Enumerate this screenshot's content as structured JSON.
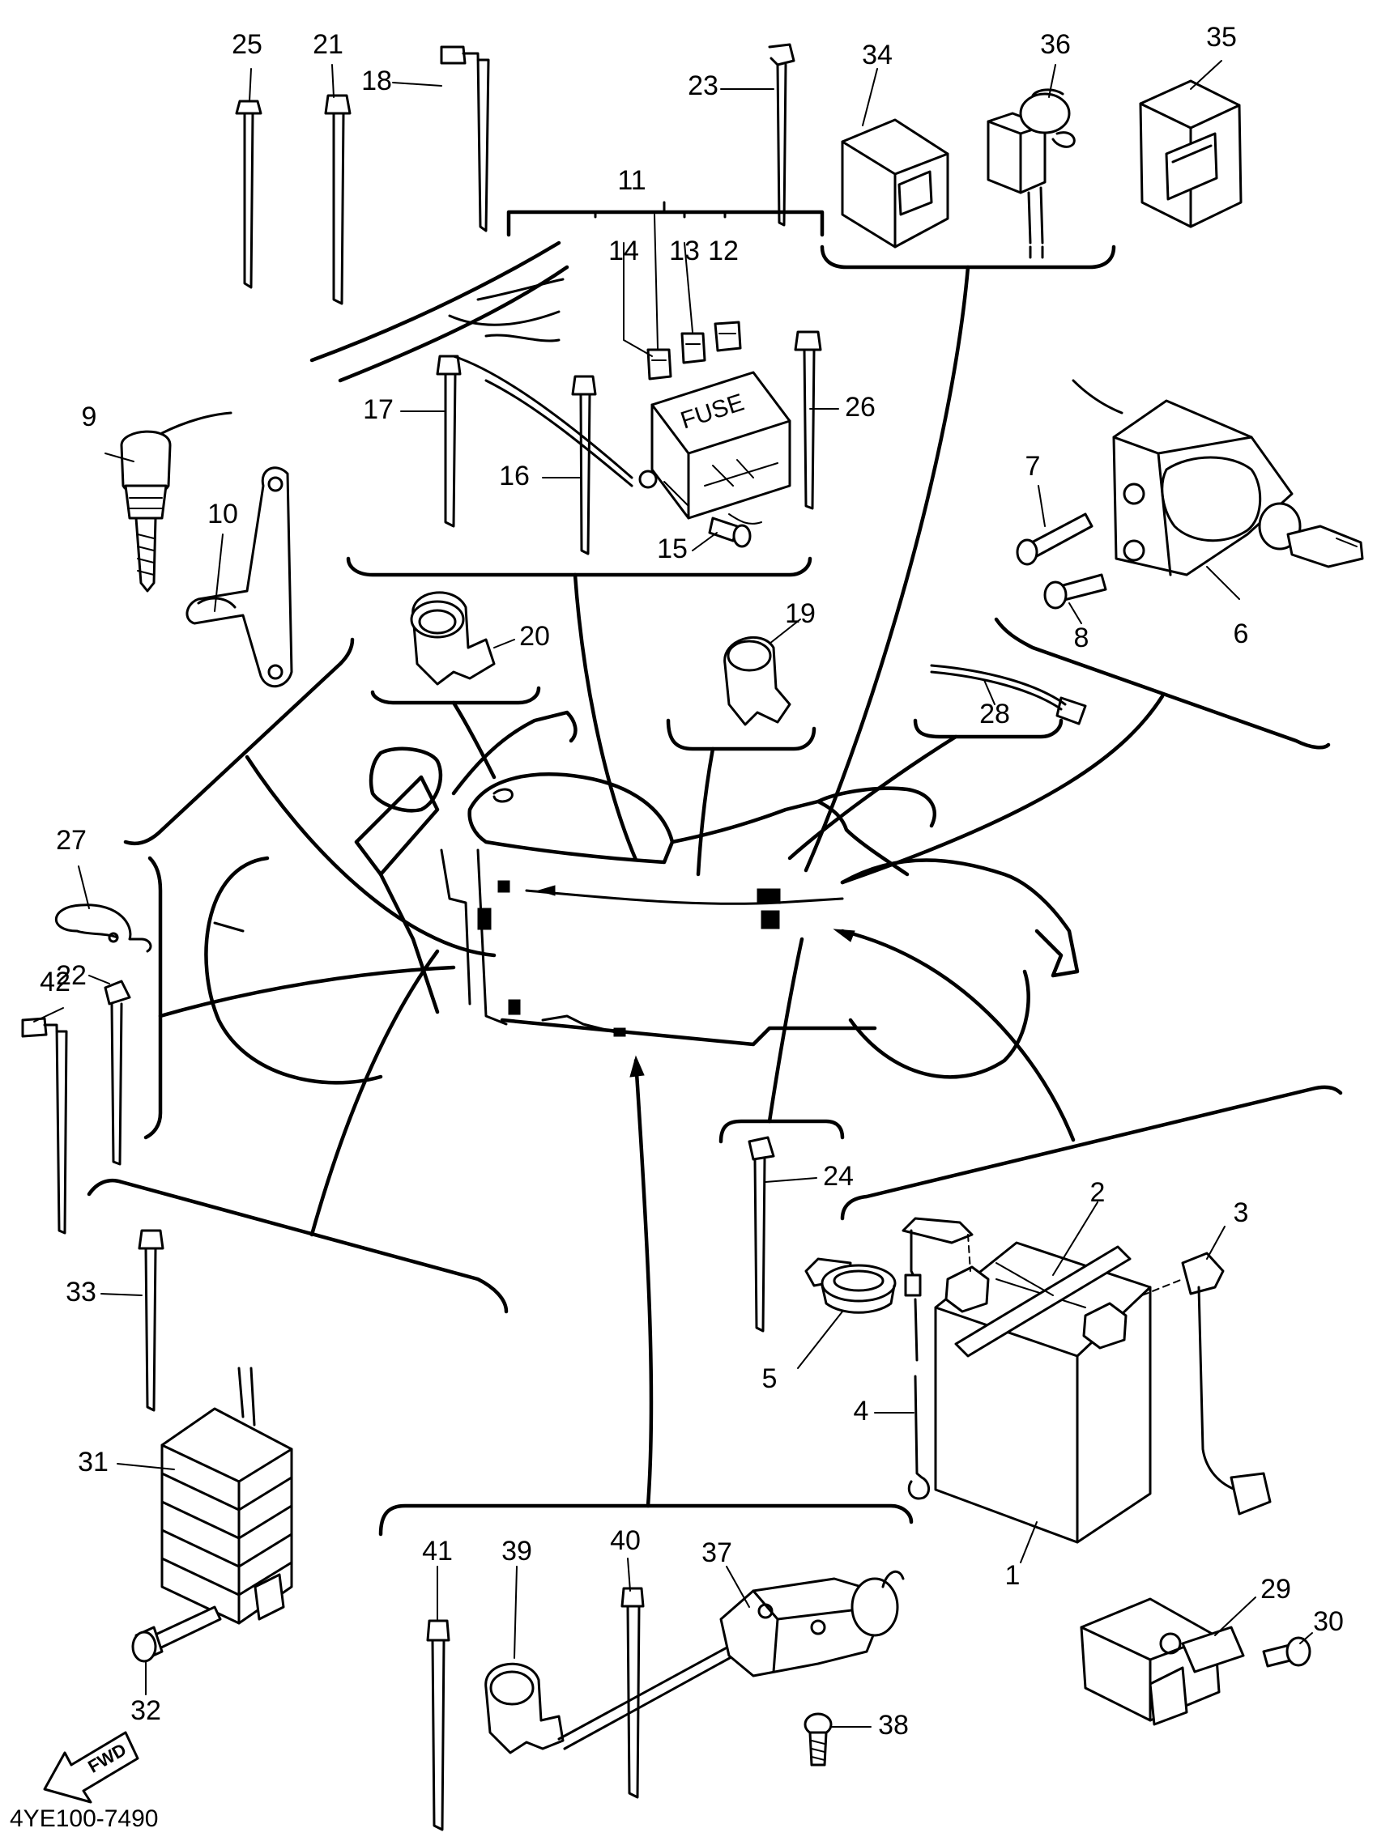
{
  "diagram": {
    "drawing_code": "4YE100-7490",
    "fwd_arrow_text": "FWD",
    "fuse_box_text": "FUSE",
    "part_callouts": [
      "1",
      "2",
      "3",
      "4",
      "5",
      "6",
      "7",
      "8",
      "9",
      "10",
      "11",
      "12",
      "13",
      "14",
      "15",
      "16",
      "17",
      "18",
      "19",
      "20",
      "21",
      "22",
      "23",
      "24",
      "25",
      "26",
      "27",
      "28",
      "29",
      "30",
      "31",
      "32",
      "33",
      "34",
      "35",
      "36",
      "37",
      "38",
      "39",
      "40",
      "41",
      "42"
    ]
  }
}
